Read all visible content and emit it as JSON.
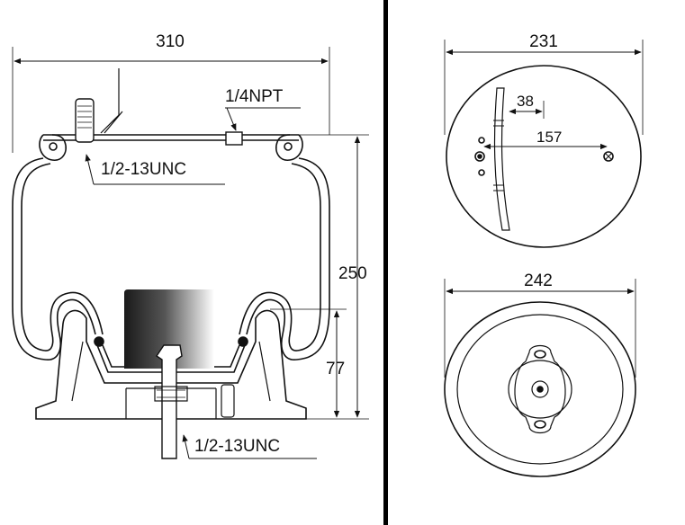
{
  "side_view": {
    "width_label": "310",
    "height_label": "250",
    "piston_height_label": "77",
    "port_label": "1/4NPT",
    "top_stud_label": "1/2-13UNC",
    "bottom_stud_label": "1/2-13UNC"
  },
  "top_view": {
    "diameter_label": "231",
    "offset_label": "38",
    "spacing_label": "157"
  },
  "bottom_view": {
    "diameter_label": "242"
  },
  "colors": {
    "line": "#111111",
    "background": "#ffffff",
    "divider": "#000000"
  }
}
